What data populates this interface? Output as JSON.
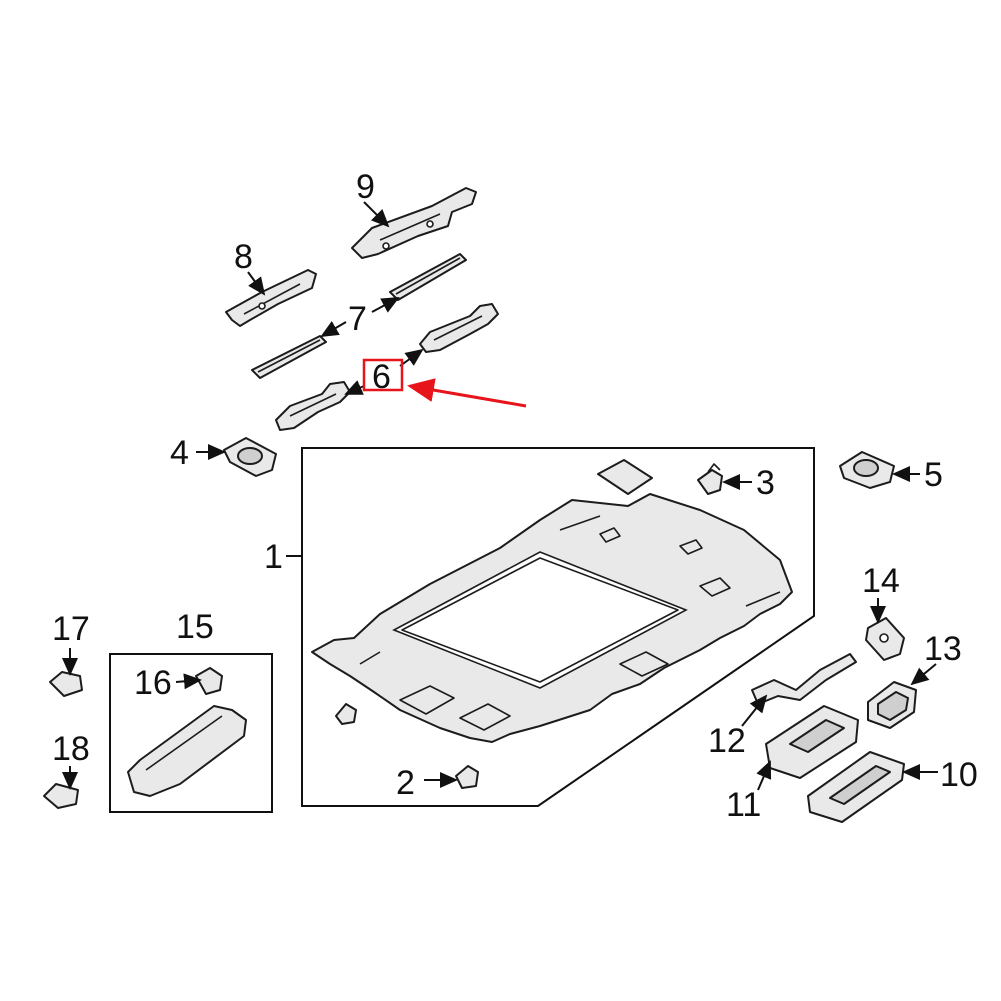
{
  "diagram": {
    "callouts": [
      "1",
      "2",
      "3",
      "4",
      "5",
      "6",
      "7",
      "8",
      "9",
      "10",
      "11",
      "12",
      "13",
      "14",
      "15",
      "16",
      "17",
      "18"
    ],
    "highlighted_callout": "6",
    "highlight_color": "#e8141b",
    "line_color": "#111111"
  }
}
